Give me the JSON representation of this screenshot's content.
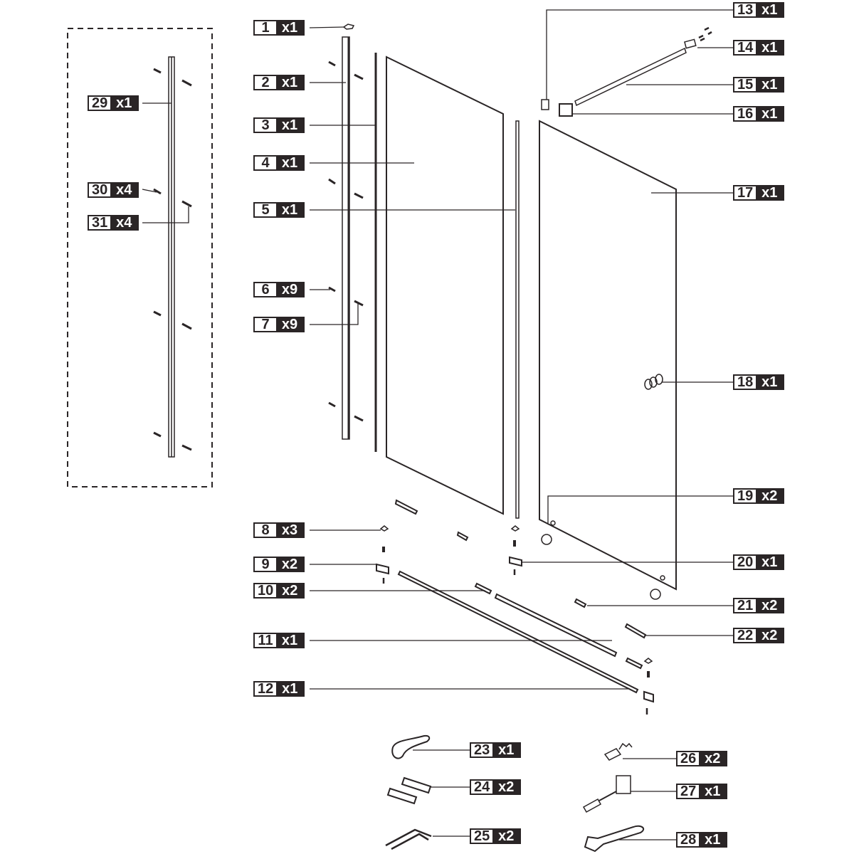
{
  "diagram": {
    "title": "Shower enclosure exploded parts diagram",
    "line_color": "#2a2526",
    "optional_kit_note": "dashed box (parts 29-31)"
  },
  "parts": [
    {
      "num": "1",
      "qty": "x1"
    },
    {
      "num": "2",
      "qty": "x1"
    },
    {
      "num": "3",
      "qty": "x1"
    },
    {
      "num": "4",
      "qty": "x1"
    },
    {
      "num": "5",
      "qty": "x1"
    },
    {
      "num": "6",
      "qty": "x9"
    },
    {
      "num": "7",
      "qty": "x9"
    },
    {
      "num": "8",
      "qty": "x3"
    },
    {
      "num": "9",
      "qty": "x2"
    },
    {
      "num": "10",
      "qty": "x2"
    },
    {
      "num": "11",
      "qty": "x1"
    },
    {
      "num": "12",
      "qty": "x1"
    },
    {
      "num": "13",
      "qty": "x1"
    },
    {
      "num": "14",
      "qty": "x1"
    },
    {
      "num": "15",
      "qty": "x1"
    },
    {
      "num": "16",
      "qty": "x1"
    },
    {
      "num": "17",
      "qty": "x1"
    },
    {
      "num": "18",
      "qty": "x1"
    },
    {
      "num": "19",
      "qty": "x2"
    },
    {
      "num": "20",
      "qty": "x1"
    },
    {
      "num": "21",
      "qty": "x2"
    },
    {
      "num": "22",
      "qty": "x2"
    },
    {
      "num": "23",
      "qty": "x1"
    },
    {
      "num": "24",
      "qty": "x2"
    },
    {
      "num": "25",
      "qty": "x2"
    },
    {
      "num": "26",
      "qty": "x2"
    },
    {
      "num": "27",
      "qty": "x1"
    },
    {
      "num": "28",
      "qty": "x1"
    },
    {
      "num": "29",
      "qty": "x1"
    },
    {
      "num": "30",
      "qty": "x4"
    },
    {
      "num": "31",
      "qty": "x4"
    }
  ]
}
